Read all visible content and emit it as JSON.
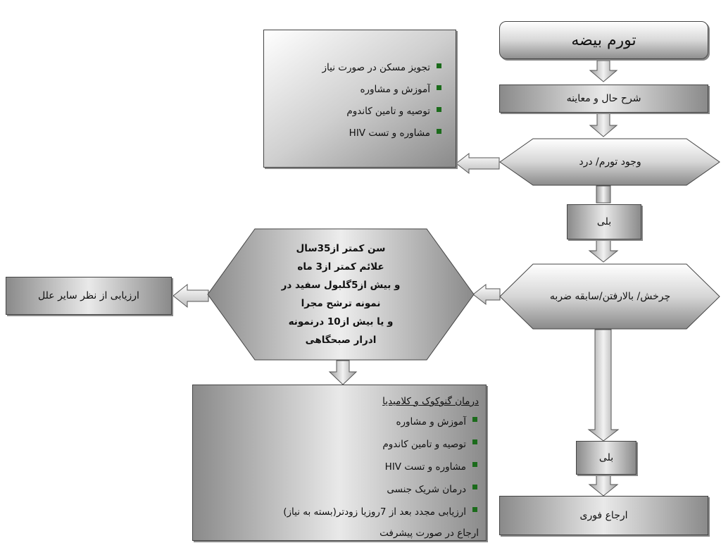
{
  "start": "تورم بیضه",
  "history_exam": "شرح حال و معاینه",
  "decision_swelling_pain": "وجود تورم/ درد",
  "yes_1": "بلی",
  "decision_torsion": "چرخش/ بالارفتن/سابقه ضربه",
  "yes_2": "بلی",
  "urgent_referral": "ارجاع فوری",
  "top_box_items": [
    "تجویز مسکن در صورت نیاز",
    "آموزش و مشاوره",
    "توصیه و تامین کاندوم",
    "مشاوره و تست  HIV"
  ],
  "criteria_lines": [
    "سن کمتر از35سال",
    "علائم کمتر از3 ماه",
    "و بیش از5گلبول سفید در",
    "نمونه ترشح مجرا",
    "و یا بیش از10 درنمونه",
    "ادرار صبحگاهی"
  ],
  "other_causes": "ارزیابی از نظر سایر علل",
  "treatment_title": "درمان گنوکوک و کلامیدیا",
  "treatment_items": [
    "آموزش و مشاوره",
    "توصیه و تامین کاندوم",
    "مشاوره و تست  HIV",
    "درمان شریک جنسی",
    "ارزیابی مجدد بعد از 7روزیا زودتر(بسته به نیاز)"
  ],
  "treatment_footer": "ارجاع در صورت پیشرفت",
  "colors": {
    "bullet": "#1b6b1b",
    "text": "#111111",
    "border": "#444444"
  }
}
